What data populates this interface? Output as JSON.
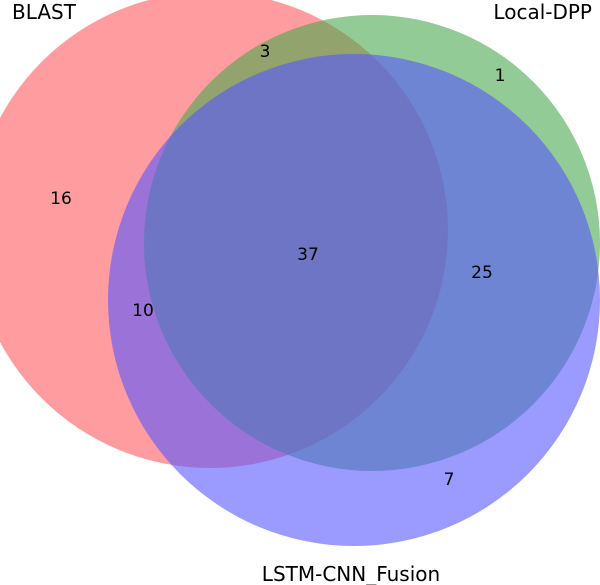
{
  "sets": [
    {
      "key": "blast",
      "label": "BLAST",
      "color": "#ff5a5f",
      "opacity": 0.6
    },
    {
      "key": "local_dpp",
      "label": "Local-DPP",
      "color": "#4aa84f",
      "opacity": 0.6
    },
    {
      "key": "lstm_cnn",
      "label": "LSTM-CNN_Fusion",
      "color": "#5757ff",
      "opacity": 0.6
    }
  ],
  "region_counts": {
    "blast_only": "16",
    "local_dpp_only": "1",
    "lstm_cnn_only": "7",
    "blast_and_local_dpp": "3",
    "blast_and_lstm_cnn": "10",
    "local_dpp_and_lstm_cnn": "25",
    "all_three": "37"
  }
}
